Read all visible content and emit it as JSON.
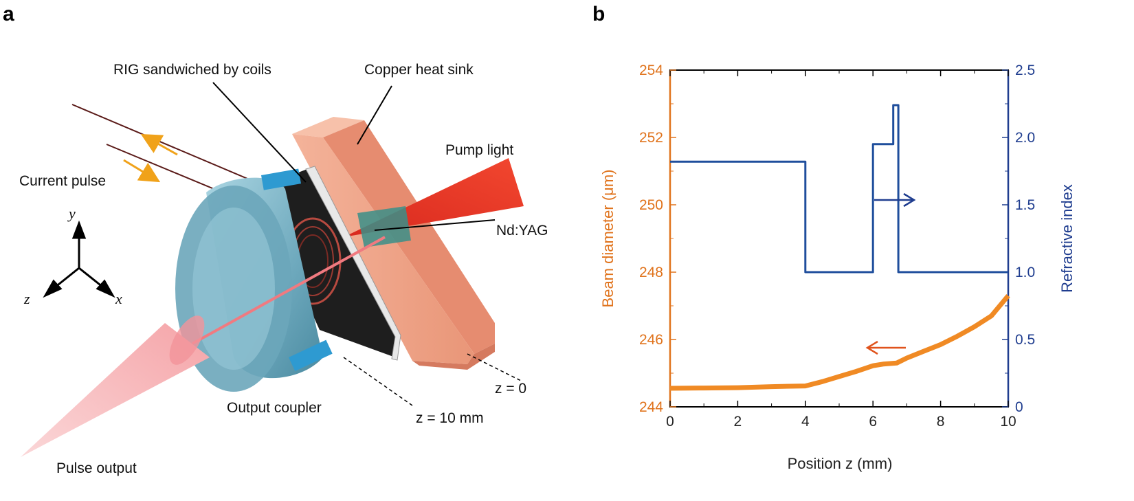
{
  "panel_a": {
    "letter": "a",
    "labels": {
      "rig": "RIG sandwiched by coils",
      "copper": "Copper heat sink",
      "pump": "Pump light",
      "current": "Current pulse",
      "ndyag": "Nd:YAG",
      "output_coupler": "Output coupler",
      "pulse_output": "Pulse output",
      "z0": "z = 0",
      "z10": "z = 10 mm"
    },
    "axes": {
      "y": "y",
      "z": "z",
      "x": "x"
    },
    "colors": {
      "copper": "#f0a98e",
      "pump": "#e8332a",
      "coupler": "#7fb6c8",
      "beam": "#f3a0a4",
      "arrow": "#f0a21a"
    }
  },
  "panel_b": {
    "letter": "b",
    "chart_data": {
      "type": "line",
      "xlabel": "Position z (mm)",
      "ylabel_left": "Beam diameter (μm)",
      "ylabel_right": "Refractive index",
      "xlim": [
        0,
        10
      ],
      "ylim_left": [
        244,
        254
      ],
      "ylim_right": [
        0,
        2.5
      ],
      "x_ticks": [
        "0",
        "2",
        "4",
        "6",
        "8",
        "10"
      ],
      "y_left_ticks": [
        "244",
        "246",
        "248",
        "250",
        "252",
        "254"
      ],
      "y_right_ticks": [
        "0",
        "0.5",
        "1.0",
        "1.5",
        "2.0",
        "2.5"
      ],
      "colors": {
        "left": "#f08a24",
        "right": "#1f4e9c"
      },
      "series": [
        {
          "axis": "left",
          "points": [
            [
              0,
              244.55
            ],
            [
              1,
              244.56
            ],
            [
              2,
              244.57
            ],
            [
              3,
              244.6
            ],
            [
              4,
              244.62
            ],
            [
              4.5,
              244.75
            ],
            [
              5,
              244.9
            ],
            [
              5.5,
              245.05
            ],
            [
              6,
              245.22
            ],
            [
              6.3,
              245.27
            ],
            [
              6.7,
              245.3
            ],
            [
              7,
              245.45
            ],
            [
              7.5,
              245.65
            ],
            [
              8,
              245.85
            ],
            [
              8.5,
              246.1
            ],
            [
              9,
              246.38
            ],
            [
              9.5,
              246.7
            ],
            [
              10,
              247.3
            ]
          ]
        },
        {
          "axis": "right",
          "points": [
            [
              0,
              1.82
            ],
            [
              4,
              1.82
            ],
            [
              4,
              1.0
            ],
            [
              6,
              1.0
            ],
            [
              6,
              1.95
            ],
            [
              6.6,
              1.95
            ],
            [
              6.6,
              2.24
            ],
            [
              6.75,
              2.24
            ],
            [
              6.75,
              1.0
            ],
            [
              10,
              1.0
            ]
          ]
        }
      ]
    }
  }
}
